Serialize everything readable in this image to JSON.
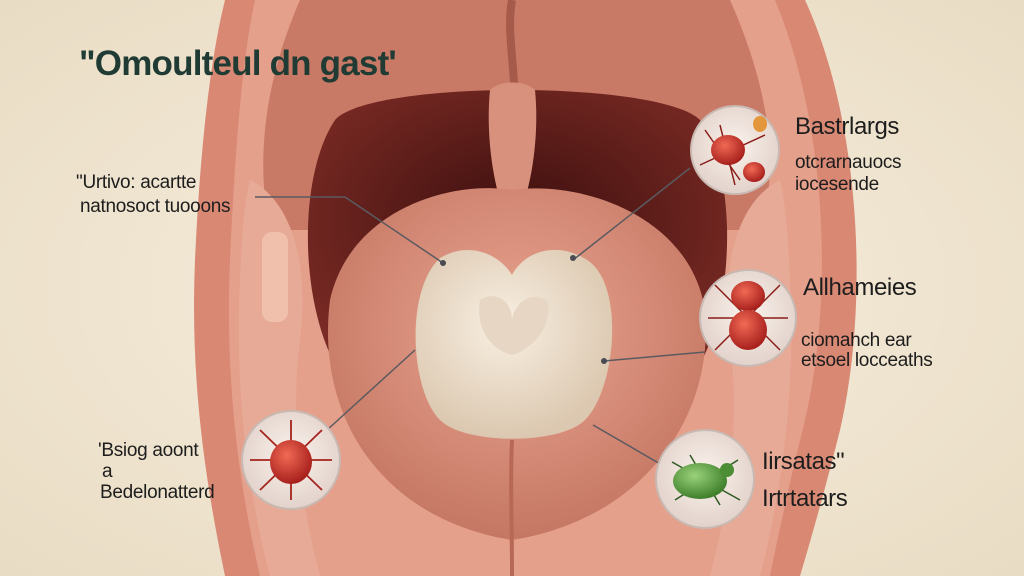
{
  "title": "\"Omoulteul dn gast'",
  "callouts": {
    "upper_left": {
      "line1": "\"Urtivo: acartte",
      "line2": "natnosoct tuooons"
    },
    "lower_left": {
      "line1": "'Bsiog aoont",
      "line2": "a",
      "line3": "Bedelonatterd"
    },
    "top_right": {
      "heading": "Bastrlargs",
      "line1": "otcrarnauocs",
      "line2": "iocesende"
    },
    "middle_right": {
      "heading": "Allhameies",
      "line1": "ciomahch ear",
      "line2": "etsoel locceaths"
    },
    "bottom_right": {
      "heading": "Iirsatas\"",
      "line2": "Irtrtatars"
    }
  },
  "colors": {
    "background": "#f3ead8",
    "tissue": "#d98874",
    "throat": "#5e1e1b",
    "tongue": "#dc9480",
    "mass": "#efe4d3",
    "bacteria_red": "#c8302a",
    "bacteria_green": "#5a9e3c",
    "title_text": "#1f3b33"
  }
}
